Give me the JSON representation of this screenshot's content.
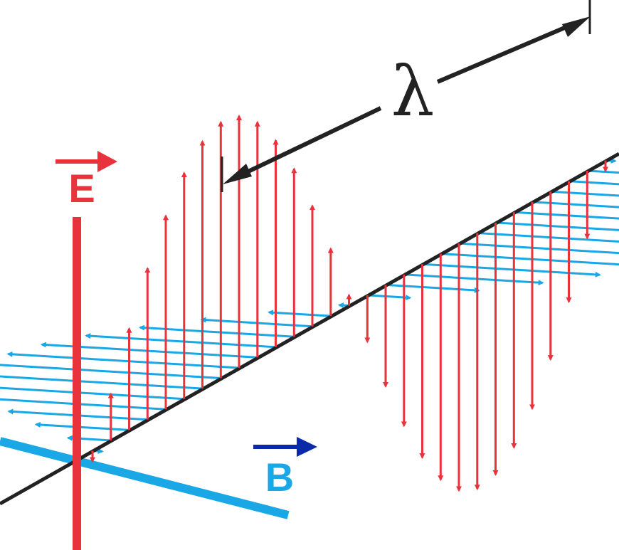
{
  "labels": {
    "electric_field": "E",
    "magnetic_field": "B",
    "wavelength": "λ"
  },
  "colors": {
    "electric": "#e8323c",
    "magnetic": "#1aa7e6",
    "magnetic_label_arrow": "#0a2aa8",
    "axis": "#222222",
    "dimension_arrow": "#222222"
  }
}
